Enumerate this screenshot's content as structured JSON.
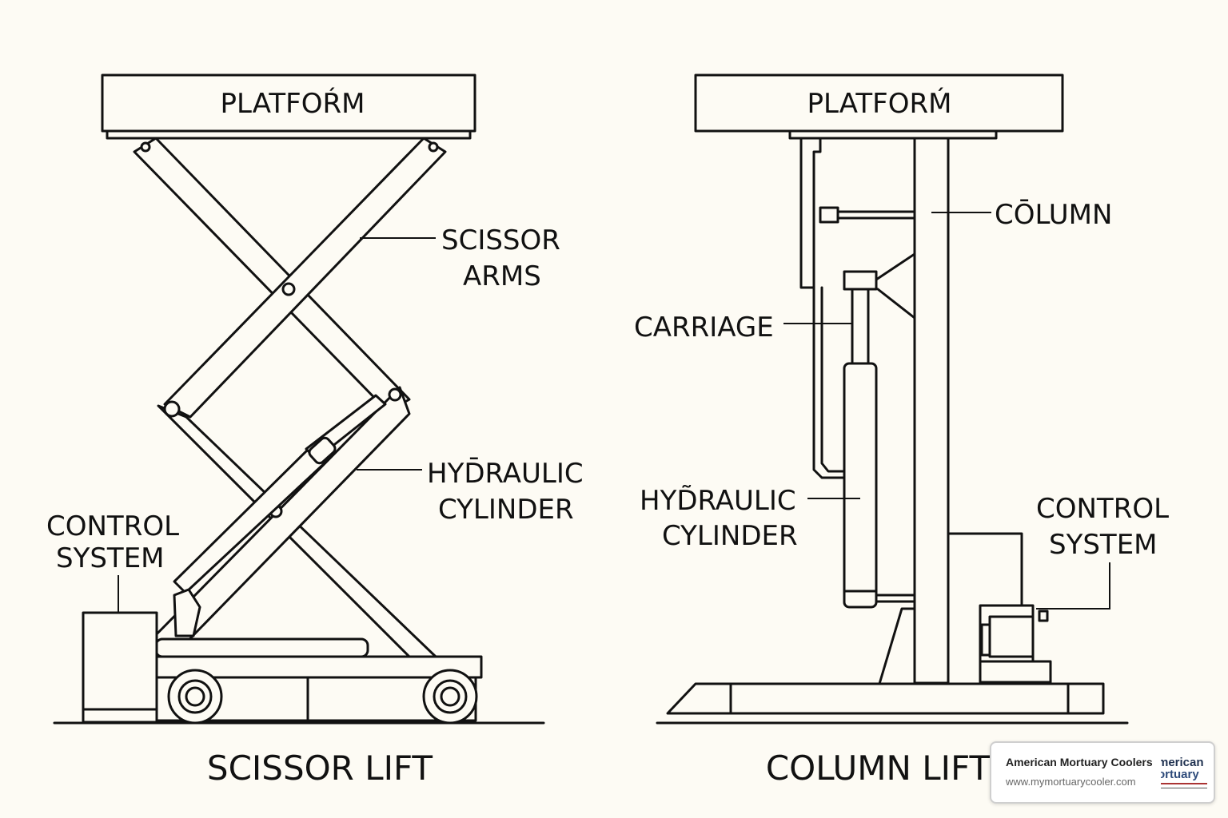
{
  "scissor_lift": {
    "title": "SCISSOR LIFT",
    "platform_label": "PLATFOŔM",
    "scissor_arms_line1": "SCISSOR",
    "scissor_arms_line2": "ARMS",
    "hydraulic_line1": "HYD̄RAULIC",
    "hydraulic_line2": "CYLINDER",
    "control_line1": "CONTROL",
    "control_line2": "SYSTEM"
  },
  "column_lift": {
    "title": "COLUMN LIFT",
    "platform_label": "PLATFORḾ",
    "column_label": "CŌLUMN",
    "carriage_label": "CARRIAGE",
    "hydraulic_line1": "HYD̃RAULIC",
    "hydraulic_line2": "CYLINDER",
    "control_line1": "CONTROL",
    "control_line2": "SYSTEM"
  },
  "badge": {
    "name": "American Mortuary Coolers",
    "url": "www.mymortuarycooler.com",
    "logo_line1": "merican",
    "logo_line2": "ortuary"
  },
  "colors": {
    "background": "#fdfbf4",
    "line": "#111111"
  }
}
